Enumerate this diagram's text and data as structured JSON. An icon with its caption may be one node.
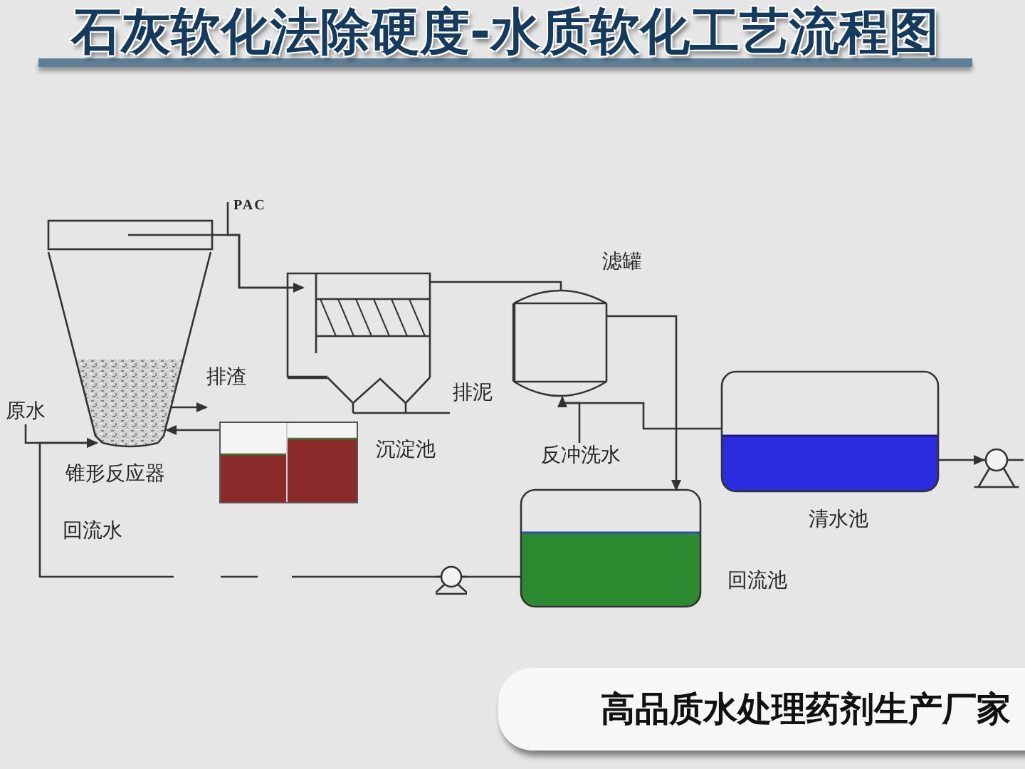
{
  "diagram": {
    "title": "石灰软化法除硬度-水质软化工艺流程图",
    "nodes": [
      {
        "text": [
          "锥形反应器"
        ]
      },
      {
        "text": [
          "原水"
        ]
      },
      {
        "text": [
          "PAC"
        ]
      },
      {
        "text": [
          "排渣"
        ]
      },
      {
        "text": [],
        "shape": "box"
      },
      {
        "text": [
          "沉淀池"
        ]
      },
      {
        "text": [
          "排泥"
        ]
      },
      {
        "text": [
          "滤罐"
        ]
      },
      {
        "text": [
          "反冲洗水"
        ]
      },
      {
        "text": [
          "清水池"
        ]
      },
      {
        "text": [],
        "shape": "pump"
      },
      {
        "text": [
          "回流池"
        ]
      },
      {
        "text": [],
        "shape": "pump"
      }
    ],
    "edges": [
      {
        "from": 1,
        "to": 0,
        "arrow": "to"
      },
      {
        "from": 12,
        "to": 0,
        "arrow": "to",
        "label": "回流水",
        "style": "dashed"
      },
      {
        "from": 0,
        "to": 3,
        "arrow": "to"
      },
      {
        "from": 4,
        "to": 0,
        "arrow": "to"
      },
      {
        "from": 0,
        "to": 5,
        "arrow": "none"
      },
      {
        "from": 2,
        "to": 5,
        "arrow": "to"
      },
      {
        "from": 5,
        "to": 6,
        "arrow": "none"
      },
      {
        "from": 5,
        "to": 7,
        "arrow": "none"
      },
      {
        "from": 7,
        "to": 11,
        "arrow": "to"
      },
      {
        "from": 7,
        "to": 9,
        "arrow": "none"
      },
      {
        "from": 8,
        "to": 7,
        "arrow": "to"
      },
      {
        "from": 9,
        "to": 10,
        "arrow": "to"
      },
      {
        "from": 11,
        "to": 12,
        "arrow": "none"
      }
    ],
    "labels": [
      "高品质水处理药剂生产厂家"
    ]
  }
}
